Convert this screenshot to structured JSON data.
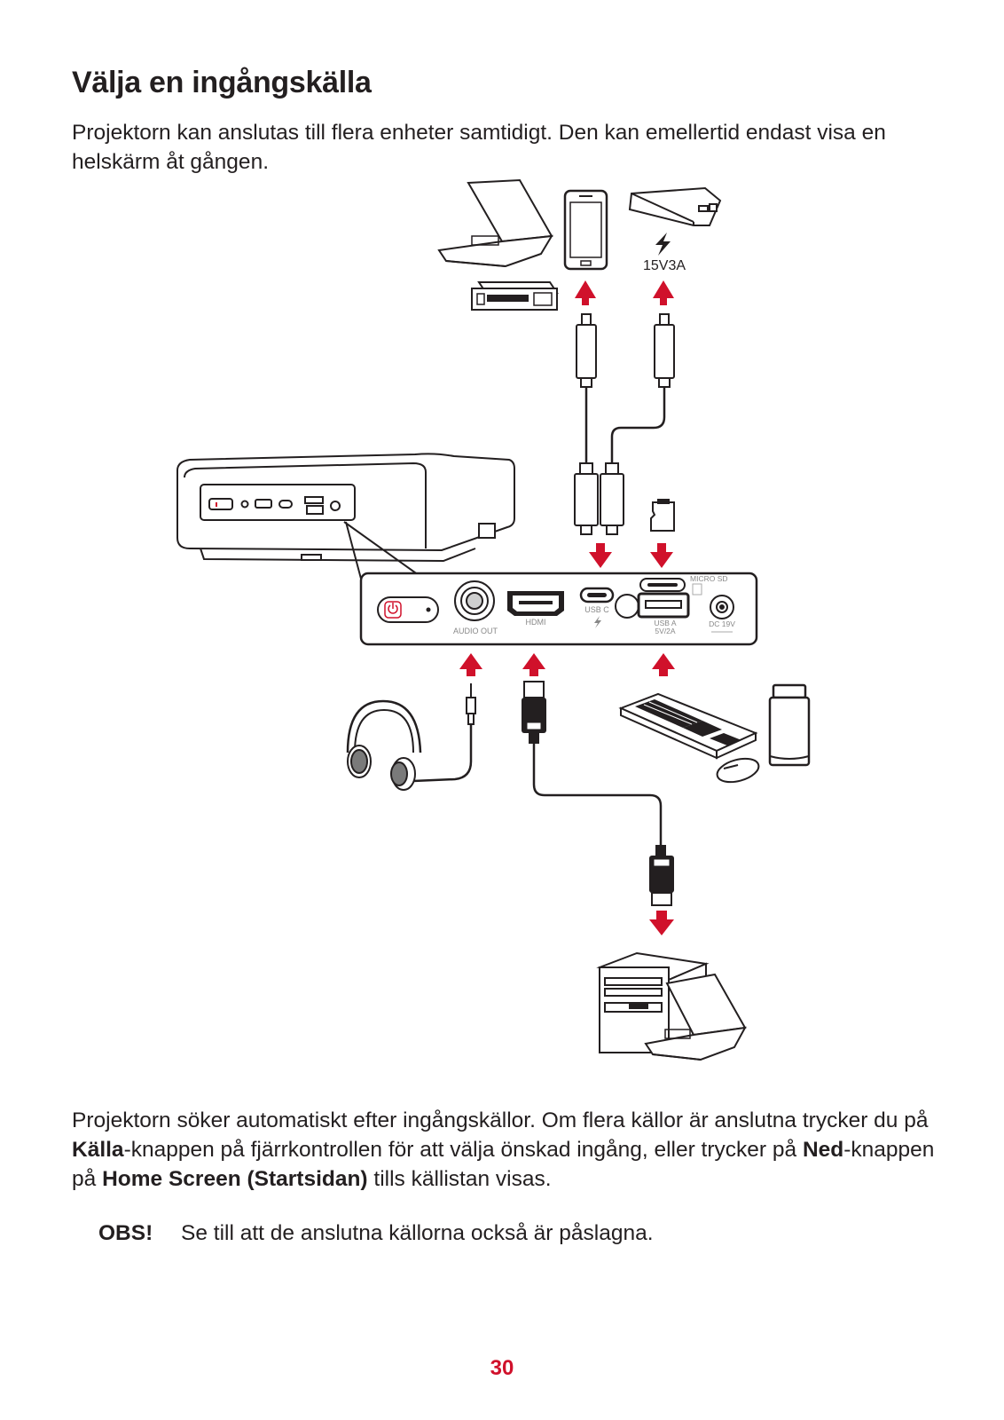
{
  "heading": "Välja en ingångskälla",
  "intro_text": "Projektorn kan anslutas till flera enheter samtidigt. Den kan emellertid endast visa en helskärm åt gången.",
  "diagram": {
    "power_spec": "15V3A",
    "port_labels": {
      "micro_sd": "MICRO SD",
      "usb_c": "USB C",
      "audio_out": "AUDIO OUT",
      "hdmi": "HDMI",
      "usb_a": "USB A",
      "usb_a_spec": "5V/2A",
      "dc": "DC 19V"
    },
    "accent_color": "#d0112b"
  },
  "body": {
    "part1": "Projektorn söker automatiskt efter ingångskällor. Om flera källor är anslutna trycker du på ",
    "bold1": "Källa",
    "part2": "-knappen på fjärrkontrollen för att välja önskad ingång, eller trycker på ",
    "bold2": "Ned",
    "part3": "-knappen på ",
    "bold3": "Home Screen (Startsidan)",
    "part4": " tills källistan visas."
  },
  "note": {
    "label": "OBS!",
    "text": "Se till att de anslutna källorna också är påslagna."
  },
  "page_number": "30"
}
